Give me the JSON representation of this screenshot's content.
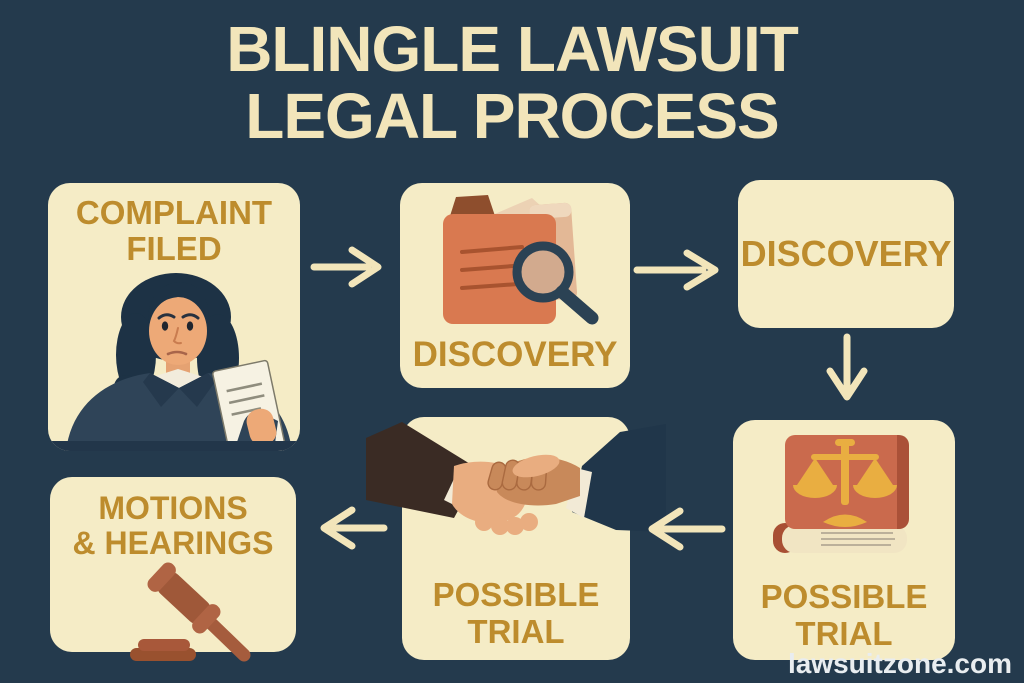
{
  "title": {
    "line1": "BLINGLE LAWSUIT",
    "line2": "LEGAL PROCESS"
  },
  "watermark": "lawsuitzone.com",
  "colors": {
    "background": "#243a4d",
    "box_fill": "#f5ecc6",
    "title_text": "#f2e5ba",
    "heading_text": "#bd8c2d",
    "arrow": "#f2e5ba",
    "watermark_text": "#e9edf0",
    "illustration_terracotta": "#d97950",
    "illustration_navy": "#2b4254",
    "illustration_gold": "#e9ae41"
  },
  "steps": {
    "complaint": {
      "line1": "COMPLAINT",
      "line2": "FILED",
      "icon": "woman-reading-document"
    },
    "discovery_search": {
      "label": "DISCOVERY",
      "icon": "folder-magnifying-glass"
    },
    "discovery": {
      "label": "DISCOVERY"
    },
    "trial_book": {
      "line1": "POSSIBLE",
      "line2": "TRIAL",
      "icon": "law-book-with-scales"
    },
    "trial_handshake": {
      "line1": "POSSIBLE",
      "line2": "TRIAL",
      "icon": "handshake"
    },
    "motions": {
      "line1": "MOTIONS",
      "line2": "& HEARINGS",
      "icon": "gavel"
    }
  },
  "flow": [
    {
      "from": "complaint-filed",
      "to": "discovery-search",
      "direction": "right"
    },
    {
      "from": "discovery-search",
      "to": "discovery",
      "direction": "right"
    },
    {
      "from": "discovery",
      "to": "possible-trial-book",
      "direction": "down"
    },
    {
      "from": "possible-trial-book",
      "to": "possible-trial-handshake",
      "direction": "left"
    },
    {
      "from": "possible-trial-handshake",
      "to": "motions-hearings",
      "direction": "left"
    }
  ]
}
